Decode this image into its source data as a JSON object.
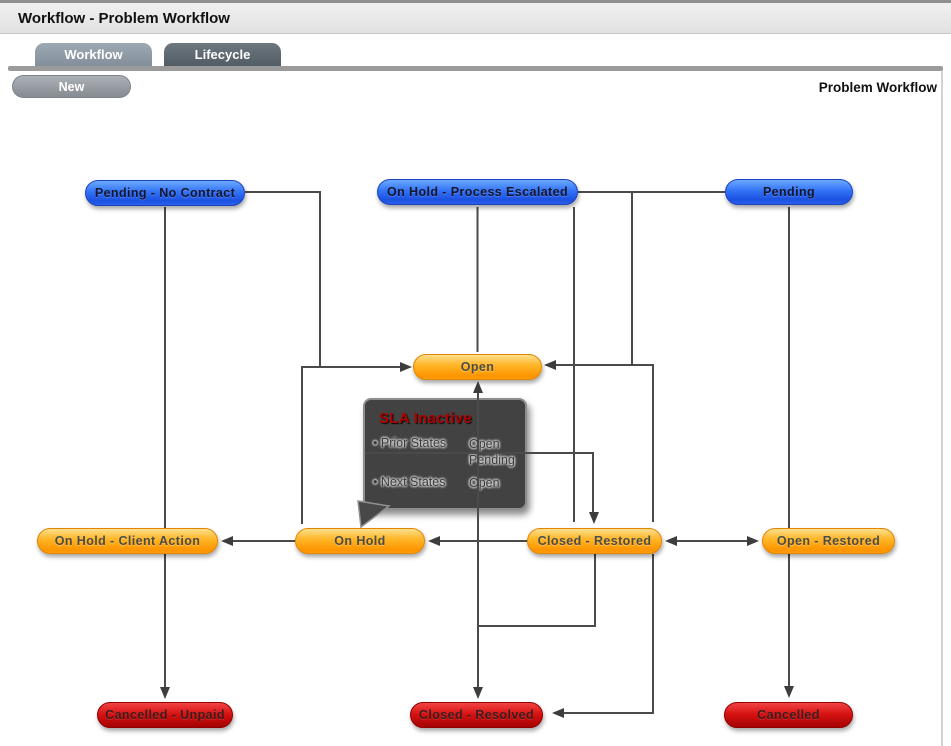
{
  "window": {
    "title": "Workflow - Problem Workflow"
  },
  "tabs": [
    {
      "label": "Workflow",
      "active": true
    },
    {
      "label": "Lifecycle",
      "active": false
    }
  ],
  "toolbar": {
    "new_button": "New"
  },
  "page_label": "Problem Workflow",
  "diagram": {
    "nodes": [
      {
        "id": "pending-no-contract",
        "label": "Pending - No Contract",
        "type": "blue"
      },
      {
        "id": "on-hold-process-escalated",
        "label": "On Hold - Process Escalated",
        "type": "blue"
      },
      {
        "id": "pending",
        "label": "Pending",
        "type": "blue"
      },
      {
        "id": "open",
        "label": "Open",
        "type": "orange"
      },
      {
        "id": "on-hold-client-action",
        "label": "On Hold - Client Action",
        "type": "orange"
      },
      {
        "id": "on-hold",
        "label": "On Hold",
        "type": "orange"
      },
      {
        "id": "closed-restored",
        "label": "Closed - Restored",
        "type": "orange"
      },
      {
        "id": "open-restored",
        "label": "Open - Restored",
        "type": "orange"
      },
      {
        "id": "cancelled-unpaid",
        "label": "Cancelled - Unpaid",
        "type": "red"
      },
      {
        "id": "closed-resolved",
        "label": "Closed - Resolved",
        "type": "red"
      },
      {
        "id": "cancelled",
        "label": "Cancelled",
        "type": "red"
      }
    ],
    "edges": [
      {
        "from": "pending-no-contract",
        "to": "open"
      },
      {
        "from": "on-hold-process-escalated",
        "to": "open"
      },
      {
        "from": "pending",
        "to": "open"
      },
      {
        "from": "on-hold-process-escalated",
        "to": "closed-restored"
      },
      {
        "from": "pending-no-contract",
        "to": "cancelled-unpaid"
      },
      {
        "from": "pending",
        "to": "cancelled"
      },
      {
        "from": "on-hold",
        "to": "open"
      },
      {
        "from": "on-hold",
        "to": "on-hold-client-action"
      },
      {
        "from": "open",
        "to": "closed-resolved"
      },
      {
        "from": "closed-resolved",
        "to": "open"
      },
      {
        "from": "open",
        "to": "closed-restored"
      },
      {
        "from": "closed-restored",
        "to": "open"
      },
      {
        "from": "closed-restored",
        "to": "on-hold"
      },
      {
        "from": "closed-restored",
        "to": "open-restored"
      },
      {
        "from": "open-restored",
        "to": "closed-restored"
      },
      {
        "from": "closed-restored",
        "to": "closed-resolved"
      },
      {
        "from": "on-hold-client-action",
        "to": "cancelled-unpaid"
      }
    ],
    "colors": {
      "blue": "#2f6ef5",
      "orange": "#ffa81c",
      "red": "#cc1111",
      "line": "#4a4a4a"
    }
  },
  "tooltip": {
    "title": "SLA Inactive",
    "rows": [
      {
        "label": "Prior States",
        "values": [
          "Open",
          "Pending"
        ]
      },
      {
        "label": "Next States",
        "values": [
          "Open"
        ]
      }
    ]
  }
}
